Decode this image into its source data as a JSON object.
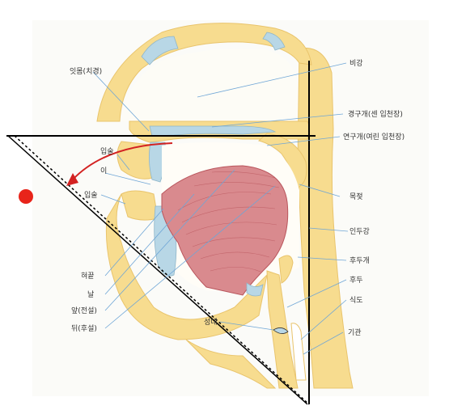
{
  "labels": {
    "gum_ridge": "잇몸(치경)",
    "nasal_cavity": "비강",
    "hard_palate": "경구개(센 입천장)",
    "soft_palate": "연구개(여린 입천장)",
    "upper_lip": "입술",
    "teeth": "이",
    "lower_lip": "입술",
    "uvula": "목젖",
    "pharynx": "인두강",
    "epiglottis": "후두개",
    "larynx": "후두",
    "esophagus": "식도",
    "trachea": "기관",
    "tongue_tip": "혀끝",
    "tongue_blade": "날",
    "tongue_front": "앞(전설)",
    "tongue_back": "뒤(후설)",
    "vocal_cords": "성대"
  },
  "colors": {
    "skin": "#f7dc8f",
    "skin_dark": "#e9c46c",
    "cavity": "#c9e4ee",
    "tongue": "#d98a8e",
    "tongue_lines": "#b9555c",
    "bone": "#b8d7e6",
    "leader": "#6fa6d6",
    "marker": "#e8241a",
    "arrow": "#d32222"
  }
}
